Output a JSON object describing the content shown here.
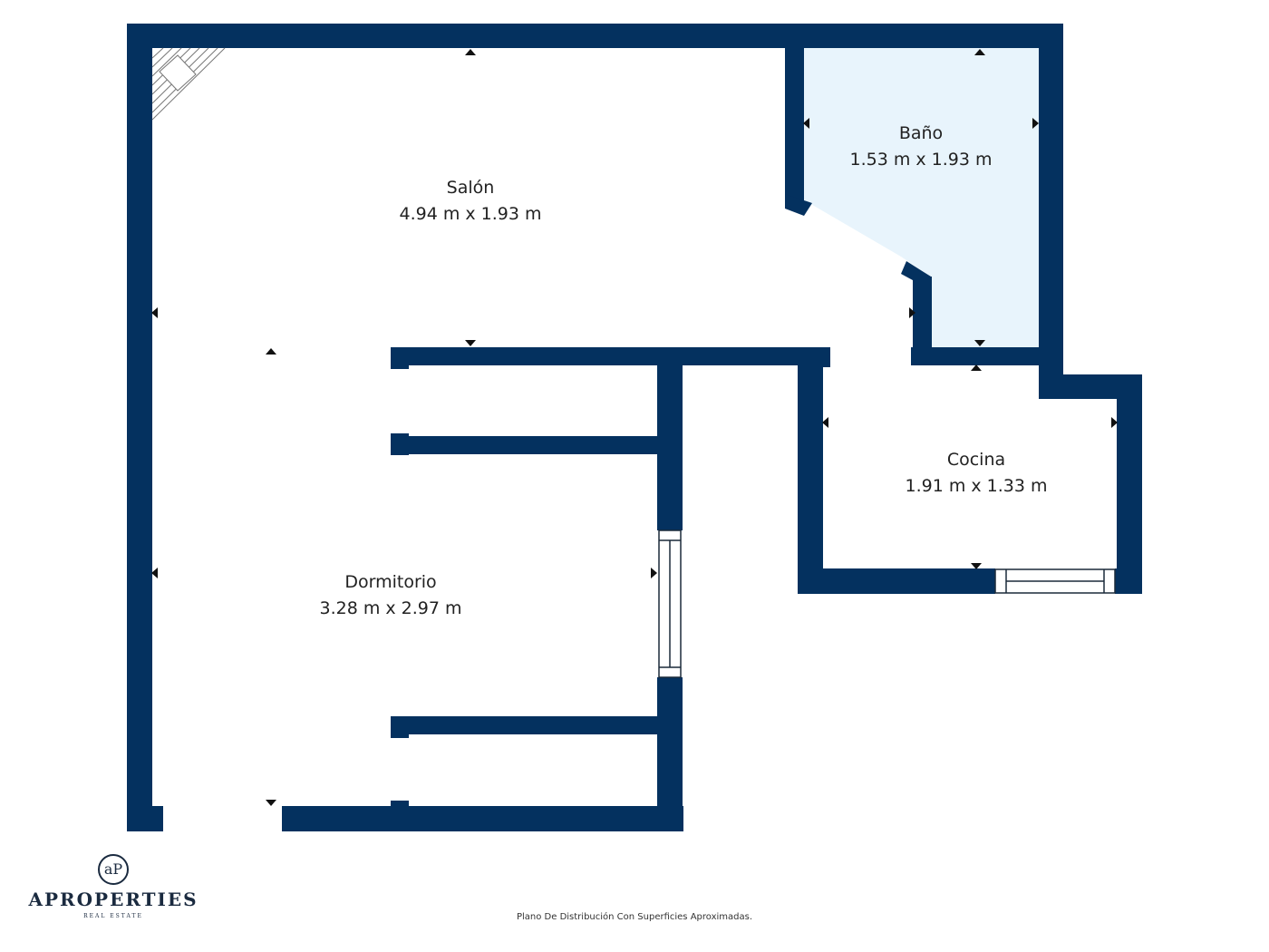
{
  "colors": {
    "wall": "#04315f",
    "bathroom_fill": "#e8f4fc",
    "background": "#ffffff",
    "label_text": "#222222"
  },
  "rooms": [
    {
      "id": "salon",
      "name": "Salón",
      "dimensions": "4.94 m x 1.93 m"
    },
    {
      "id": "bano",
      "name": "Baño",
      "dimensions": "1.53 m x 1.93 m"
    },
    {
      "id": "cocina",
      "name": "Cocina",
      "dimensions": "1.91 m x 1.33 m"
    },
    {
      "id": "dormitorio",
      "name": "Dormitorio",
      "dimensions": "3.28 m x 2.97 m"
    }
  ],
  "logo": {
    "mark": "aP",
    "name": "APROPERTIES",
    "subtitle": "REAL ESTATE"
  },
  "footnote": "Plano De Distribución Con Superficies Aproximadas."
}
